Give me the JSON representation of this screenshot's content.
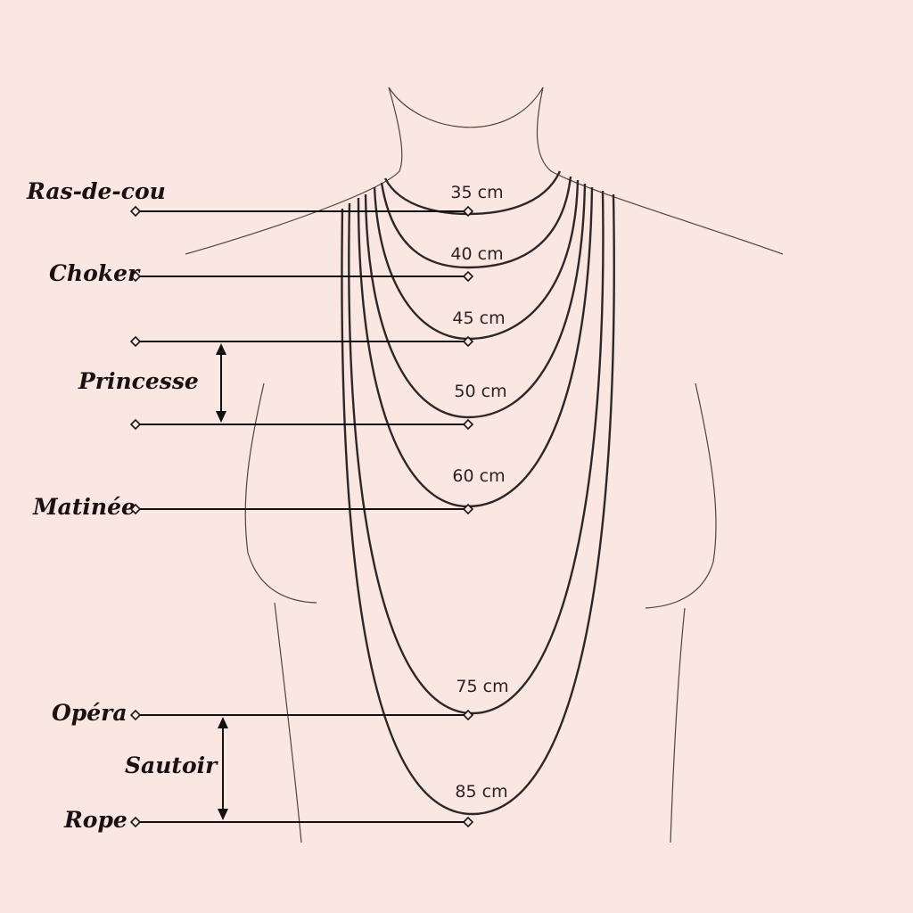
{
  "colors": {
    "background": "#fbe7e1",
    "ink": "#111111",
    "chain": "#2c2828"
  },
  "styles": [
    {
      "name": "Ras-de-cou",
      "length": "35 cm"
    },
    {
      "name": "Choker",
      "length": "40 cm"
    },
    {
      "name": "",
      "length": "45 cm"
    },
    {
      "name": "",
      "length": "50 cm"
    },
    {
      "name": "Matinée",
      "length": "60 cm"
    },
    {
      "name": "Opéra",
      "length": "75 cm"
    },
    {
      "name": "Rope",
      "length": "85 cm"
    }
  ],
  "ranges": [
    {
      "name": "Princesse",
      "from": "45 cm",
      "to": "50 cm"
    },
    {
      "name": "Sautoir",
      "from": "75 cm",
      "to": "85 cm"
    }
  ]
}
